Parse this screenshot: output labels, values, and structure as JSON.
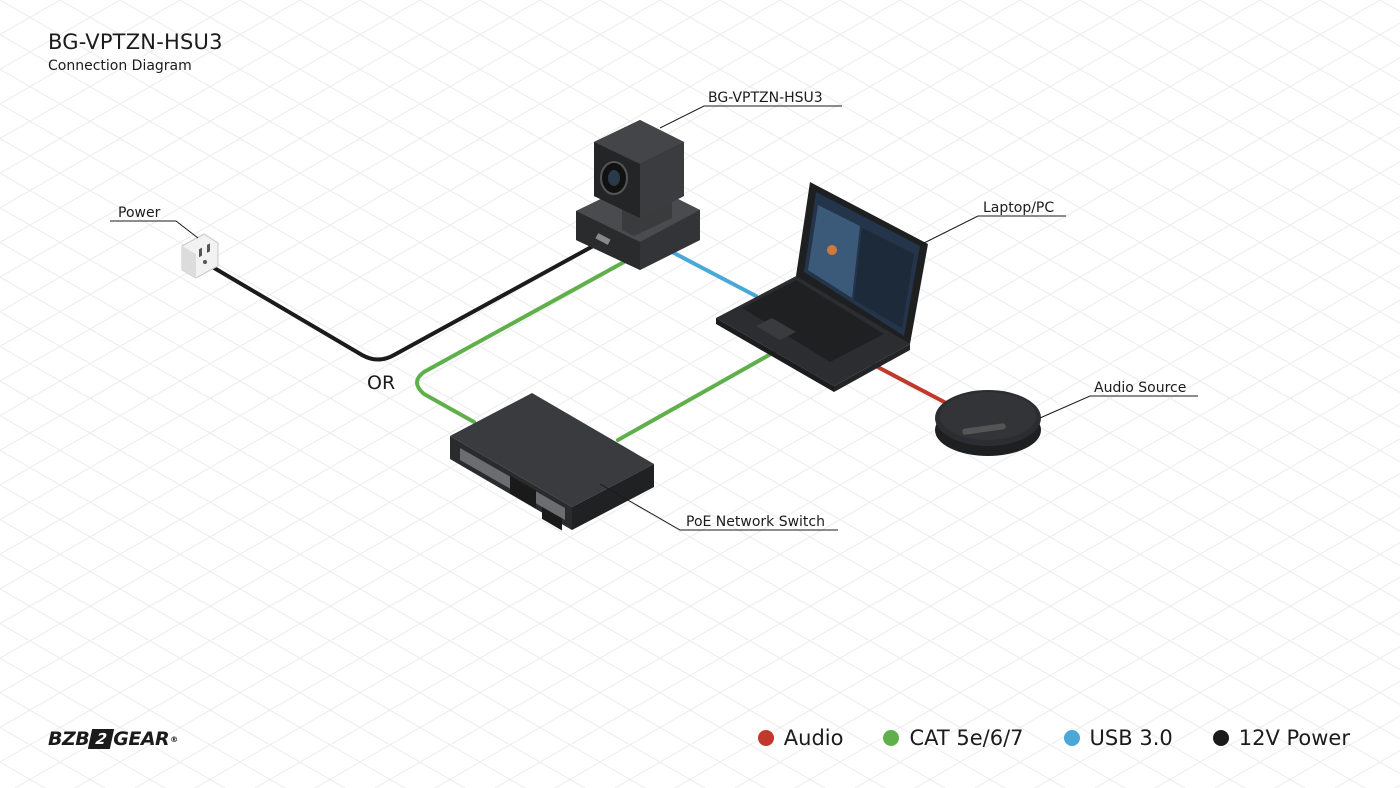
{
  "header": {
    "title": "BG-VPTZN-HSU3",
    "subtitle": "Connection Diagram"
  },
  "labels": {
    "camera": "BG-VPTZN-HSU3",
    "power": "Power",
    "laptop": "Laptop/PC",
    "audio_source": "Audio Source",
    "switch": "PoE Network Switch",
    "or": "OR"
  },
  "logo": {
    "left": "BZB",
    "mid": "2",
    "right": "GEAR",
    "reg": "®"
  },
  "legend": [
    {
      "label": "Audio",
      "color": "#c0392b"
    },
    {
      "label": "CAT 5e/6/7",
      "color": "#5fb04b"
    },
    {
      "label": "USB 3.0",
      "color": "#4aa8d8"
    },
    {
      "label": "12V Power",
      "color": "#1b1b1b"
    }
  ],
  "colors": {
    "audio": "#c0392b",
    "cat": "#5fb04b",
    "usb": "#4aa8d8",
    "power": "#1b1b1b",
    "device": "#2e2f31"
  }
}
